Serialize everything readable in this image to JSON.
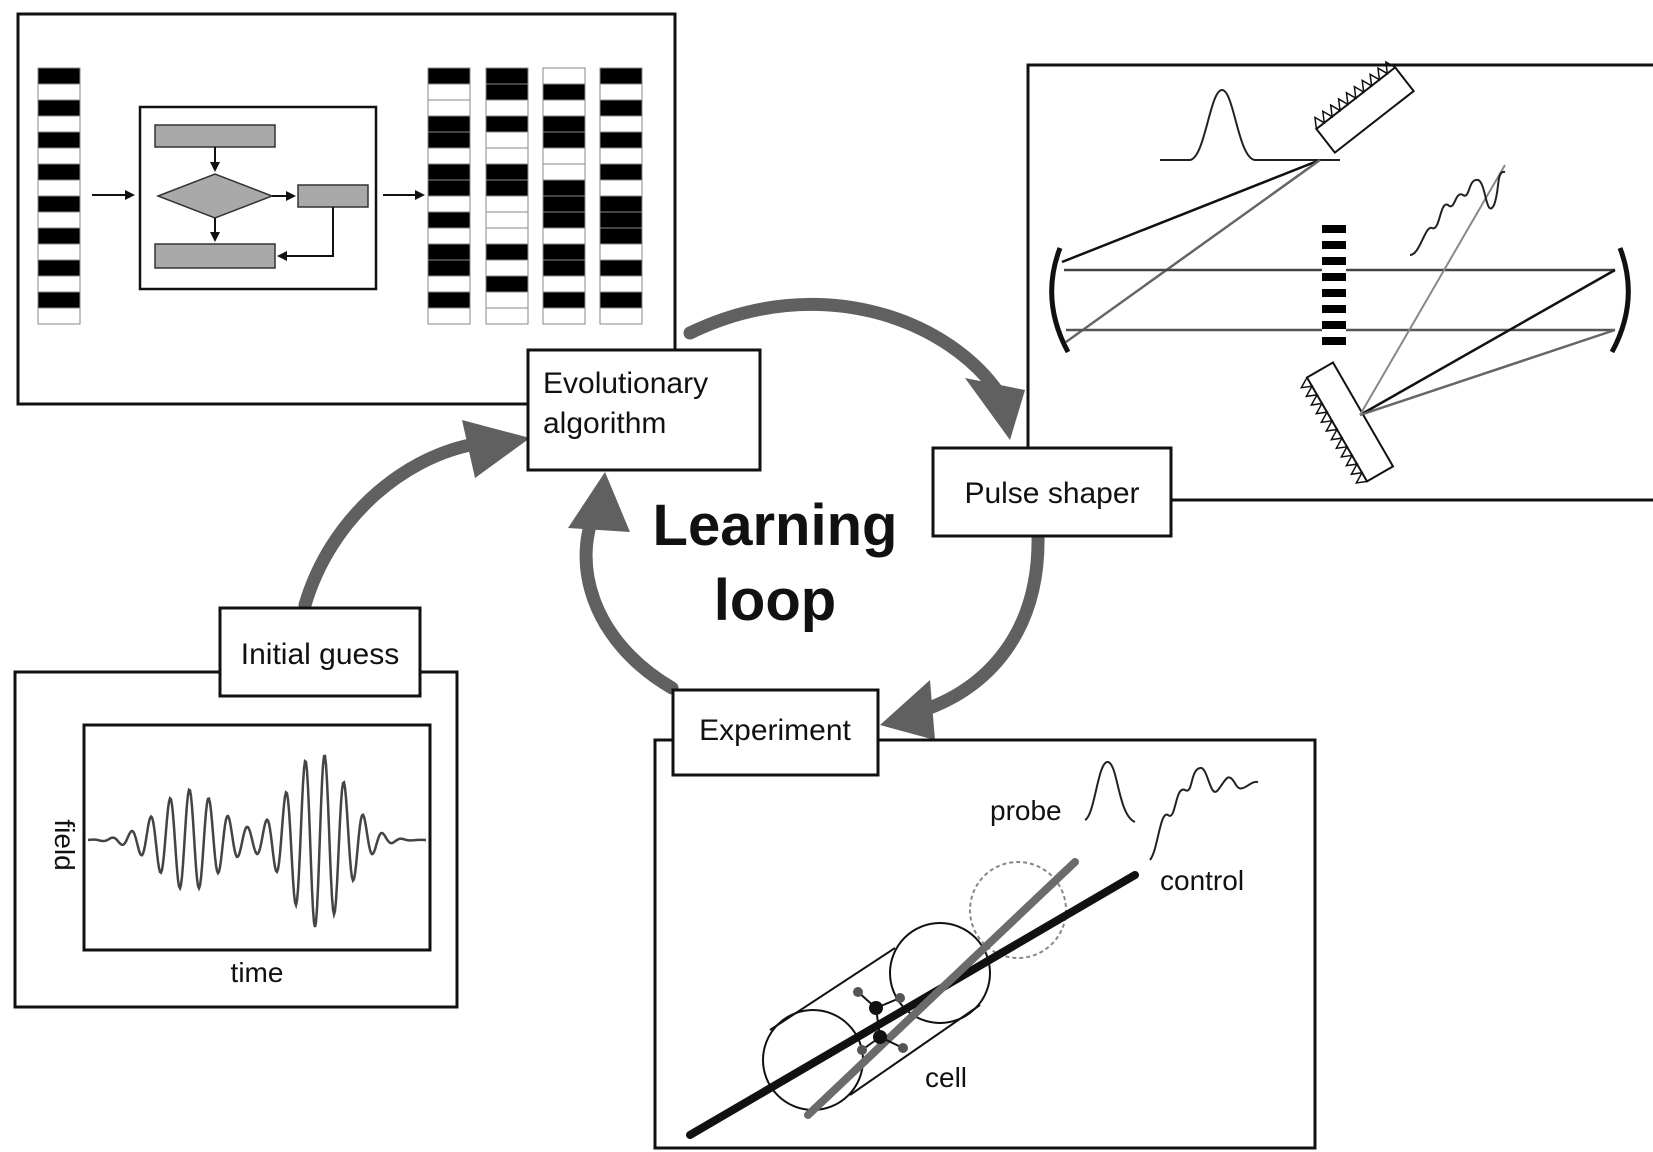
{
  "loop_title": [
    "Learning",
    "loop"
  ],
  "stages": {
    "evolutionary_algorithm": [
      "Evolutionary",
      "algorithm"
    ],
    "pulse_shaper": "Pulse shaper",
    "experiment": "Experiment",
    "initial_guess": "Initial guess"
  },
  "initial_guess_panel": {
    "y_label": "field",
    "x_label": "time"
  },
  "experiment_panel": {
    "probe": "probe",
    "control": "control",
    "cell": "cell"
  },
  "colors": {
    "arrow": "#606060",
    "block": "#000000",
    "flow_box": "#a9a9a9",
    "line": "#111111"
  }
}
